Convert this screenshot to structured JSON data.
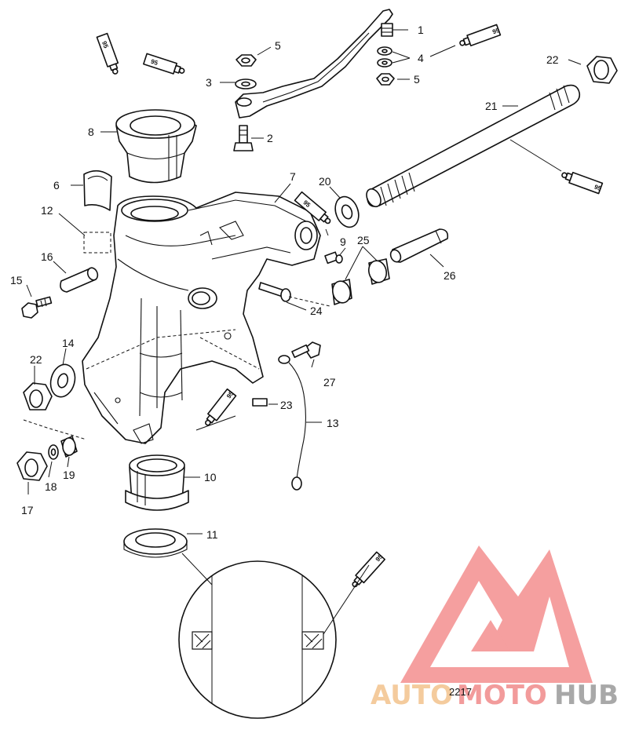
{
  "labels": {
    "p1": "1",
    "p2": "2",
    "p3": "3",
    "p4": "4",
    "p5a": "5",
    "p5b": "5",
    "p6": "6",
    "p7": "7",
    "p8": "8",
    "p9": "9",
    "p10": "10",
    "p11": "11",
    "p12": "12",
    "p13": "13",
    "p14": "14",
    "p15": "15",
    "p16": "16",
    "p17": "17",
    "p18": "18",
    "p19": "19",
    "p20": "20",
    "p21": "21",
    "p22a": "22",
    "p22b": "22",
    "p23": "23",
    "p24": "24",
    "p25": "25",
    "p26": "26",
    "p27": "27"
  },
  "lubricant_tube_label": "95",
  "figure_number": "2217",
  "watermark": {
    "part1": "AUTO",
    "part2": "MOTO",
    "part3": "HUB",
    "colors": {
      "auto": "#f3c38c",
      "moto": "#f08a8a",
      "hub": "#9a9a9a",
      "logo": "#f06060"
    }
  }
}
